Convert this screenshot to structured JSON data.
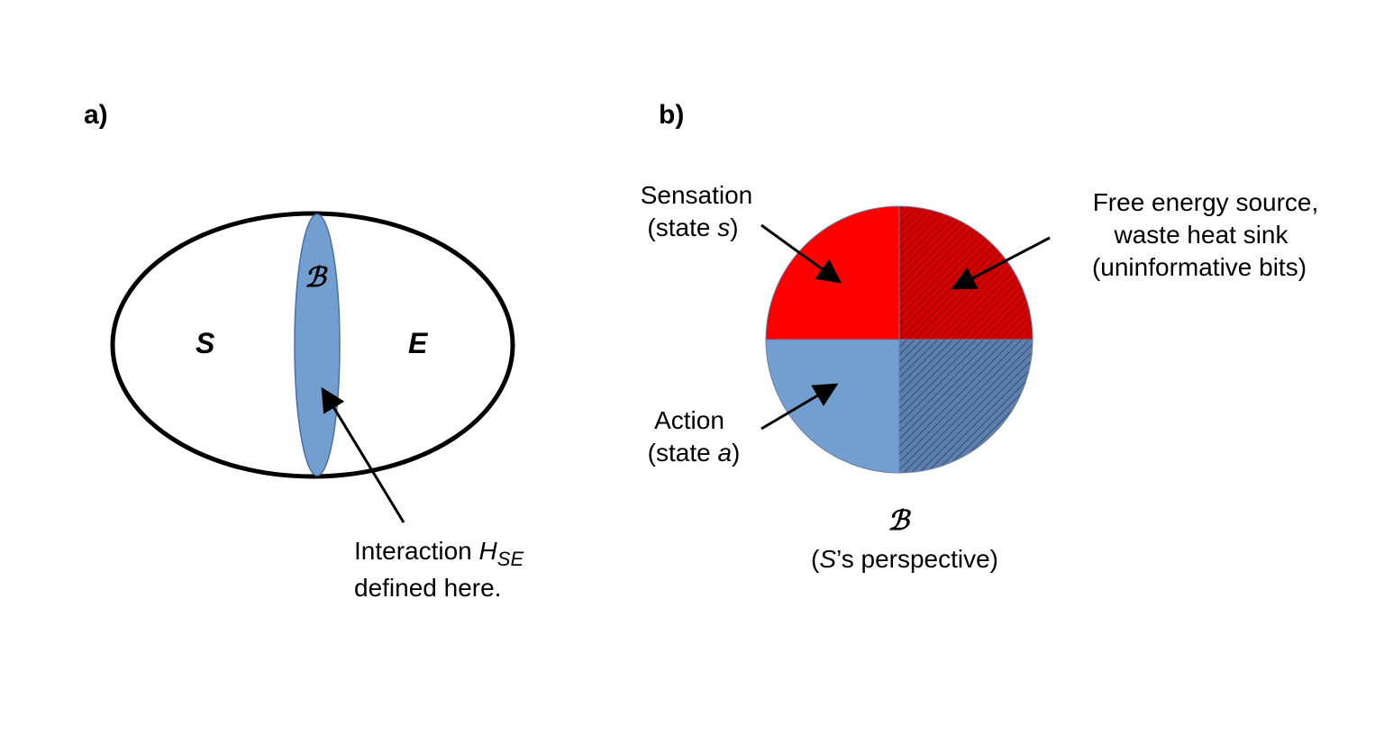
{
  "panel_a": {
    "label": "a)",
    "system_label": "S",
    "environment_label": "E",
    "boundary_symbol": "ℬ",
    "interaction_line1_prefix": "Interaction ",
    "interaction_H": "H",
    "interaction_sub": "SE",
    "interaction_line2": "defined here."
  },
  "panel_b": {
    "label": "b)",
    "sensation_line1": "Sensation",
    "sensation_line2_prefix": "(state ",
    "sensation_var": "s",
    "sensation_line2_suffix": ")",
    "action_line1": "Action",
    "action_line2_prefix": "(state ",
    "action_var": "a",
    "action_line2_suffix": ")",
    "free_line1": "Free energy source,",
    "free_line2": "waste heat sink",
    "free_line3": "(uninformative bits)",
    "boundary_symbol": "ℬ",
    "perspective_prefix": "(",
    "perspective_var": "S",
    "perspective_suffix": "’s perspective)"
  },
  "colors": {
    "red": "#ff0000",
    "blue": "#729fcf",
    "outline": "#000000"
  }
}
